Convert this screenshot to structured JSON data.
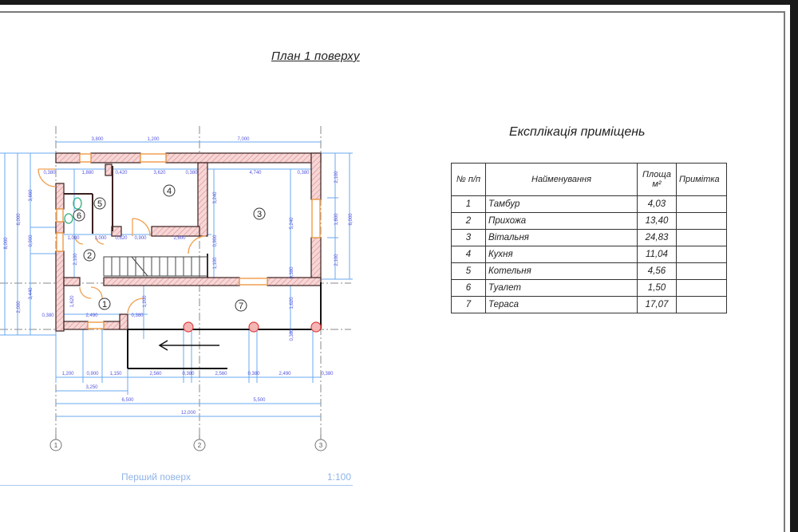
{
  "document": {
    "title": "План 1 поверху",
    "footer": {
      "sheet_name": "Перший поверх",
      "scale": "1:100"
    }
  },
  "explication": {
    "title": "Експлікація приміщень",
    "headers": {
      "num": "№ п/п",
      "name": "Найменування",
      "area": "Площа м²",
      "note": "Примітка"
    },
    "rows": [
      {
        "num": "1",
        "name": "Тамбур",
        "area": "4,03",
        "note": ""
      },
      {
        "num": "2",
        "name": "Прихожа",
        "area": "13,40",
        "note": ""
      },
      {
        "num": "3",
        "name": "Вітальня",
        "area": "24,83",
        "note": ""
      },
      {
        "num": "4",
        "name": "Кухня",
        "area": "11,04",
        "note": ""
      },
      {
        "num": "5",
        "name": "Котельня",
        "area": "4,56",
        "note": ""
      },
      {
        "num": "6",
        "name": "Туалет",
        "area": "1,50",
        "note": ""
      },
      {
        "num": "7",
        "name": "Тераса",
        "area": "17,07",
        "note": ""
      }
    ]
  },
  "plan": {
    "room_labels": [
      "1",
      "2",
      "3",
      "4",
      "5",
      "6",
      "7"
    ],
    "axis_labels": [
      "1",
      "2",
      "3"
    ],
    "top_dims": [
      "3,800",
      "1,200",
      "7,000"
    ],
    "inner_top_dims": [
      "0,380",
      "1,880",
      "0,420",
      "3,620",
      "0,380",
      "4,740",
      "0,380"
    ],
    "mid_dims": [
      "1,000",
      "1,000",
      "0,620",
      "0,900",
      "2,600"
    ],
    "bottom_dims_row1": [
      "1,200",
      "0,900",
      "1,150",
      "2,560",
      "0,380",
      "2,560",
      "0,380",
      "2,490",
      "0,380"
    ],
    "bottom_dims_row2": [
      "3,250"
    ],
    "bottom_dims_row3": [
      "6,500",
      "5,500"
    ],
    "bottom_dims_total": "12,000",
    "left_dims": [
      "8,000",
      "6,000",
      "3,660",
      "0,900",
      "2,000",
      "3,440"
    ],
    "right_dims": [
      "2,100",
      "1,800",
      "2,100",
      "6,000"
    ],
    "inner_vertical_dims": [
      "3,240",
      "5,240",
      "0,900",
      "1,100",
      "0,380",
      "1,620",
      "0,380",
      "2,100"
    ],
    "room1_dims": [
      "0,380",
      "2,490",
      "0,380",
      "1,620",
      "1,200"
    ],
    "colors": {
      "wall_fill": "#f4c9c9",
      "wall_hatch": "#d98a8a",
      "wall_outline": "#3a2020",
      "window": "#f0a050",
      "door": "#f0a050",
      "dimension": "#5aa0e0",
      "dim_text": "#5555dd",
      "axis": "#777777",
      "column": "#e04040",
      "fixture": "#30b080"
    }
  }
}
